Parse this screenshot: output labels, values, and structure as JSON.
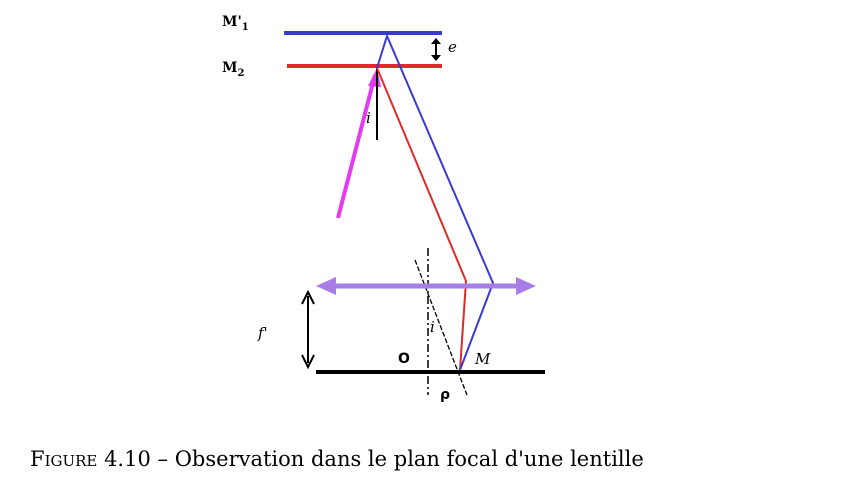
{
  "labels": {
    "mirror_m1": "M'",
    "mirror_m1_sub": "1",
    "mirror_m2": "M",
    "mirror_m2_sub": "2",
    "thickness": "e",
    "incidence_top": "i",
    "incidence_bottom": "i",
    "focal": "f'",
    "center": "O",
    "point_m": "M",
    "rho": "ρ"
  },
  "caption": {
    "figure_word": "Figure",
    "number": "4.10",
    "dash": "–",
    "text": "Observation dans le plan focal d'une lentille"
  },
  "colors": {
    "mirror_m1": "#3a3ad0",
    "mirror_m2": "#e02a2a",
    "ray_blue": "#3a3ad0",
    "ray_red": "#e02a2a",
    "ray_incident": "#e33cf0",
    "lens": "#a77ee6",
    "screen": "#000000"
  }
}
